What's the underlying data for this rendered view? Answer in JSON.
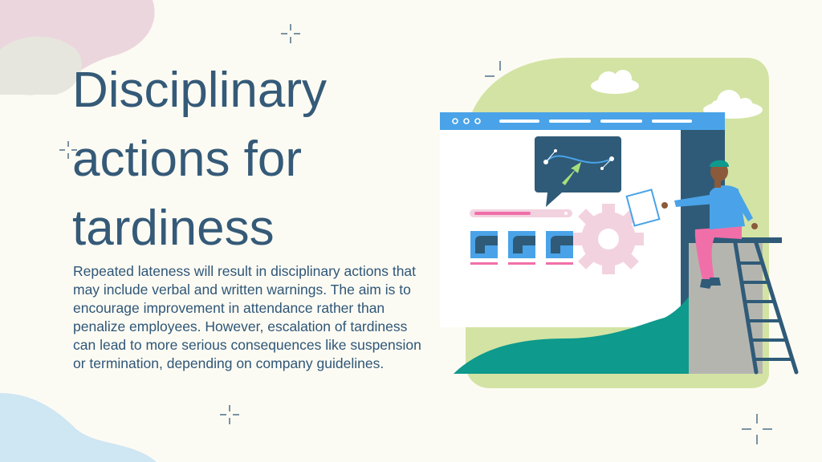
{
  "slide": {
    "title_lines": [
      "Disciplinary",
      "actions for",
      "tardiness"
    ],
    "body": "Repeated lateness will result in disciplinary actions that may include verbal and written warnings. The aim is to encourage improvement in attendance rather than penalize employees. However, escalation of tardiness can lead to more serious consequences like suspension or termination, depending on company guidelines."
  },
  "colors": {
    "background": "#fcfbf3",
    "title": "#355a78",
    "body_text": "#2e5678",
    "accent_green": "#d3e3a4",
    "accent_teal": "#0e9a8c",
    "accent_blue": "#4aa3e8",
    "accent_pink": "#f06fa8",
    "dark_navy": "#2f5b78"
  },
  "icons": {
    "illustration": "web-dashboard-illustration",
    "sparkle": "sparkle-cross-icon"
  }
}
